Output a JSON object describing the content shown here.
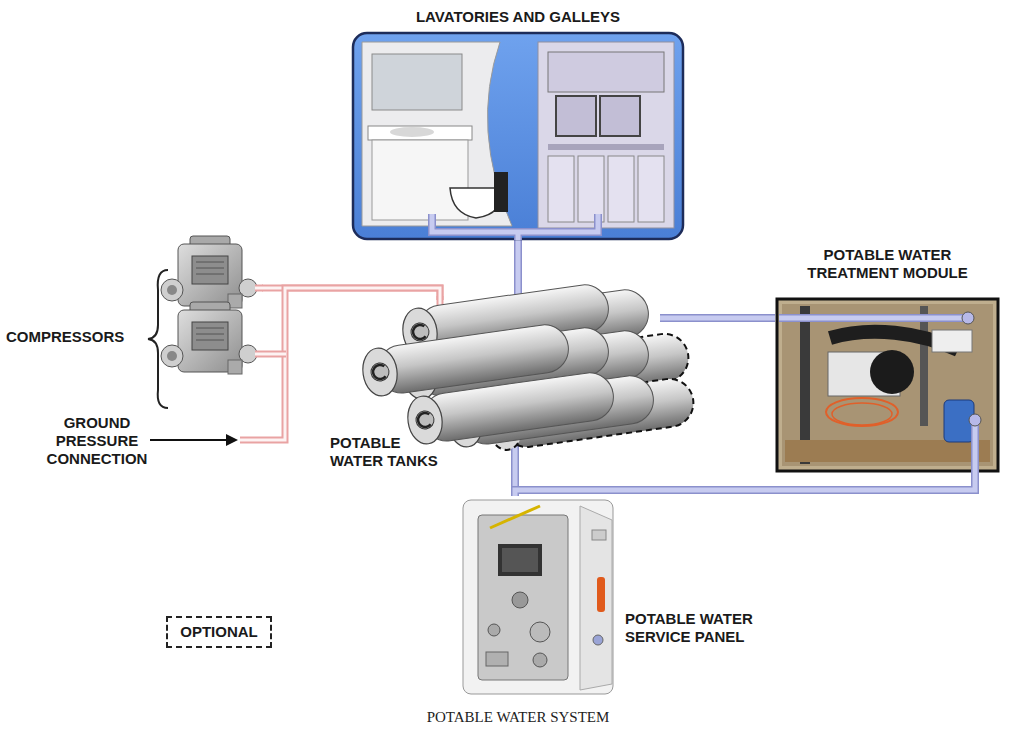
{
  "diagram": {
    "caption": "POTABLE WATER SYSTEM",
    "nodes": [
      {
        "text": [
          "LAVATORIES AND GALLEYS"
        ]
      },
      {
        "text": [
          "COMPRESSORS"
        ]
      },
      {
        "text": [
          "GROUND PRESSURE CONNECTION"
        ]
      },
      {
        "text": [
          "POTABLE WATER TANKS"
        ]
      },
      {
        "text": [
          "POTABLE WATER TREATMENT MODULE"
        ]
      },
      {
        "text": [
          "POTABLE WATER SERVICE PANEL"
        ]
      }
    ],
    "edges": [
      {
        "from": 1,
        "to": 3,
        "arrow": "none"
      },
      {
        "from": 2,
        "to": 3,
        "arrow": "none"
      },
      {
        "from": 3,
        "to": 0,
        "arrow": "none"
      },
      {
        "from": 3,
        "to": 4,
        "arrow": "none"
      },
      {
        "from": 3,
        "to": 5,
        "arrow": "none"
      },
      {
        "from": 5,
        "to": 4,
        "arrow": "none"
      }
    ],
    "legend": [
      {
        "text": "OPTIONAL"
      }
    ]
  }
}
